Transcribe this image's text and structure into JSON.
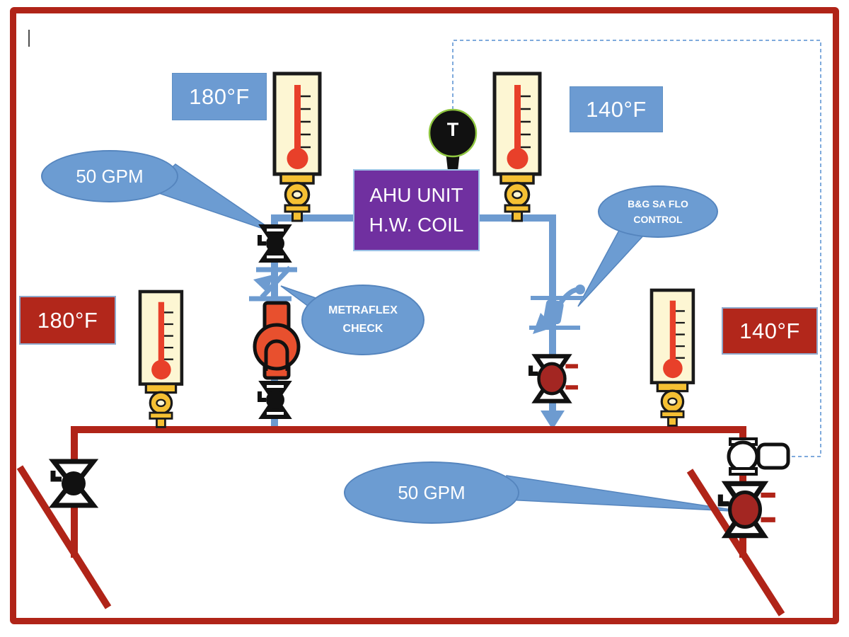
{
  "page": {
    "cursor": "|"
  },
  "diagram": {
    "temps": {
      "supply_top": "180°F",
      "return_top": "140°F",
      "supply_bottom": "180°F",
      "return_bottom": "140°F"
    },
    "callouts": {
      "supply_flow": "50 GPM",
      "return_flow": "50 GPM",
      "check": {
        "line1": "METRAFLEX",
        "line2": "CHECK"
      },
      "flow_control": {
        "line1": "B&G SA FLO",
        "line2": "CONTROL"
      }
    },
    "ahu": {
      "line1": "AHU UNIT",
      "line2": "H.W. COIL"
    },
    "sensor": {
      "label": "T"
    },
    "colors": {
      "hot_pipe": "#B02418",
      "cool_pipe": "#6D9BD0",
      "callout_fill": "#6C9CD2",
      "callout_border": "#5585BE",
      "blue_label": "#6C9BD2",
      "red_label": "#B2271B",
      "ahu_purple": "#7030A0",
      "thermometer_body": "#FDF6D3",
      "mercury": "#E8402A",
      "brass_fitting": "#F5C033",
      "pump_orange": "#E8502E",
      "valve_red": "#A32622",
      "signal_dashed": "#7FAADC"
    }
  }
}
